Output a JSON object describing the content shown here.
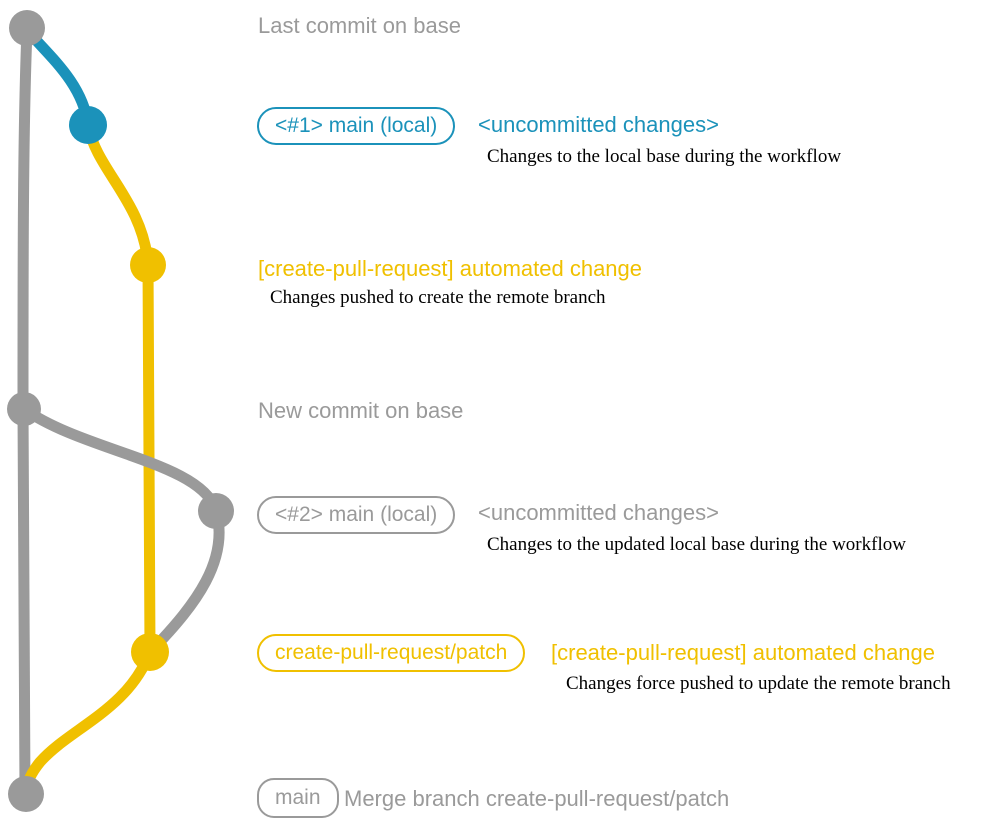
{
  "colors": {
    "base_gray": "#9a9a9a",
    "local_blue": "#1b92ba",
    "branch_yellow": "#f0c000",
    "note_black": "#000000"
  },
  "rows": {
    "last_commit": {
      "label": "Last commit on base"
    },
    "local_1": {
      "badge": "<#1> main (local)",
      "title": "<uncommitted changes>",
      "description": "Changes to the local base during the workflow"
    },
    "automated_1": {
      "title": "[create-pull-request] automated change",
      "description": "Changes pushed to create the remote branch"
    },
    "new_commit": {
      "label": "New commit on base"
    },
    "local_2": {
      "badge": "<#2> main (local)",
      "title": "<uncommitted changes>",
      "description": "Changes to the updated local base during the workflow"
    },
    "automated_2": {
      "badge": "create-pull-request/patch",
      "title": "[create-pull-request] automated change",
      "description": "Changes force pushed to update the remote branch"
    },
    "merge": {
      "badge": "main",
      "label": "Merge branch create-pull-request/patch"
    }
  }
}
